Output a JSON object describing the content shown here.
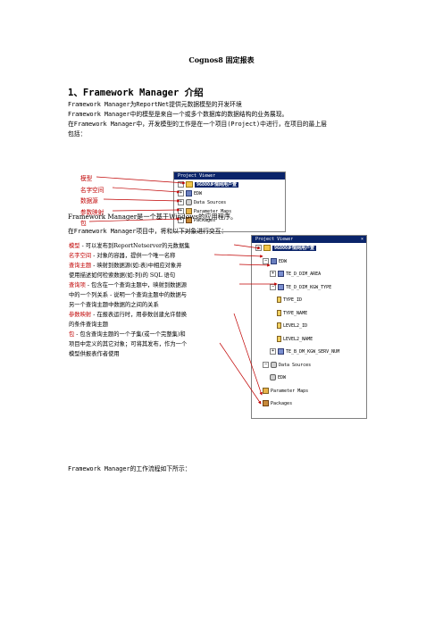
{
  "title": "Cognos8 固定报表",
  "section1": {
    "heading": "1、Framework Manager 介绍",
    "para1_line1": "Framework Manager为ReportNet提供元数据模型的开发环境",
    "para1_line2": "Framework Manager中的模型是来自一个或多个数据库的数据结构的业务展现。",
    "para1_line3": "在Framework Manager中，开发模型的工作是在一个项目(Project)中进行，在项目的最上层",
    "para1_line4": "包括："
  },
  "figure1": {
    "labels": [
      "模型",
      "名字空间",
      "数据源",
      "参数映射",
      "包"
    ],
    "viewer_title": "Project Viewer",
    "rows": [
      {
        "text": "96800乡情网用户查",
        "type": "model"
      },
      {
        "text": "EDW",
        "type": "namespace"
      },
      {
        "text": "Data Sources",
        "type": "datasource"
      },
      {
        "text": "Parameter Maps",
        "type": "param"
      },
      {
        "text": "Packages",
        "type": "package"
      }
    ]
  },
  "para2": "Framework Manager是一个基于Windows的应用程序。",
  "para3": "在Framework Manager项目中，将和以下对象进行交互：",
  "figure2": {
    "viewer_title": "Project Viewer",
    "close_glyph": "×",
    "descriptions": {
      "model": {
        "term": "模型",
        "text": " - 可以发布到ReportNetserver的元数据集"
      },
      "namespace": {
        "term": "名字空间",
        "text": " - 对象的容器，提供一个唯一名称"
      },
      "query_subject": {
        "term": "查询主题",
        "text": " - 映射到数据源(如:表)中相应对象并",
        "cont": "使用描述如何检索数据(如:列)的 SQL 语句"
      },
      "query_item": {
        "term": "查询项",
        "text": " - 包含在一个查询主题中，映射到数据源",
        "cont1": "中的一个列关系 - 说明一个查询主题中的数据与",
        "cont2": "另一个查询主题中数据的之间的关系"
      },
      "param_map": {
        "term": "参数映射",
        "text": " - 在报表运行时，用参数创建允许替换",
        "cont": "的条件查询主题"
      },
      "package": {
        "term": "包",
        "text": " - 包含查询主题的一个子集(或一个完整集)和",
        "cont1": "项目中定义的其它对象；可将其发布，作为一个",
        "cont2": "模型供报表作者使用"
      }
    },
    "tree": [
      {
        "text": "96800乡情网用户查",
        "type": "model",
        "level": 0
      },
      {
        "text": "EDW",
        "type": "namespace",
        "level": 1
      },
      {
        "text": "TE_D_DIM_AREA",
        "type": "qs",
        "level": 2
      },
      {
        "text": "TE_D_DIM_KGW_TYPE",
        "type": "qs",
        "level": 2
      },
      {
        "text": "TYPE_ID",
        "type": "item",
        "level": 3
      },
      {
        "text": "TYPE_NAME",
        "type": "item",
        "level": 3
      },
      {
        "text": "LEVEL2_ID",
        "type": "item",
        "level": 3
      },
      {
        "text": "LEVEL2_NAME",
        "type": "item",
        "level": 3
      },
      {
        "text": "TE_B_DM_KGW_SERV_NUM",
        "type": "qs",
        "level": 2
      },
      {
        "text": "Data Sources",
        "type": "datasource",
        "level": 1
      },
      {
        "text": "EDW",
        "type": "db",
        "level": 2
      },
      {
        "text": "Parameter Maps",
        "type": "param",
        "level": 1
      },
      {
        "text": "Packages",
        "type": "package",
        "level": 1
      }
    ]
  },
  "para4": "Framework Manager的工作流程如下所示："
}
